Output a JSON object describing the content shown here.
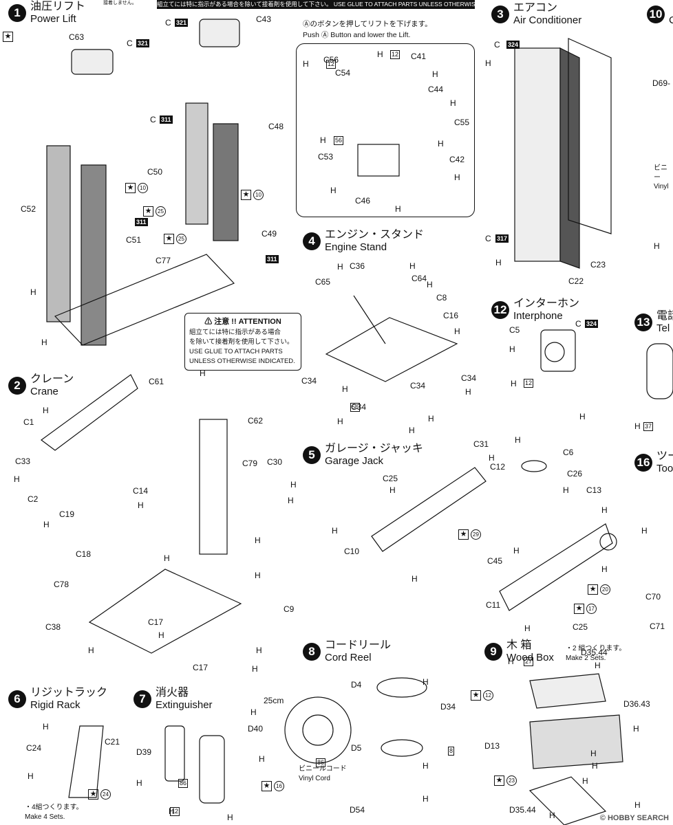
{
  "header_notice": "組立てには特に指示がある場合を除いて接着剤を使用して下さい。 USE GLUE TO ATTACH PARTS UNLESS OTHERWISE INDICATED",
  "sections": [
    {
      "num": "1",
      "jp": "油圧リフト",
      "en": "Power Lift"
    },
    {
      "num": "2",
      "jp": "クレーン",
      "en": "Crane"
    },
    {
      "num": "3",
      "jp": "エアコン",
      "en": "Air Conditioner"
    },
    {
      "num": "4",
      "jp": "エンジン・スタンド",
      "en": "Engine Stand"
    },
    {
      "num": "5",
      "jp": "ガレージ・ジャッキ",
      "en": "Garage Jack"
    },
    {
      "num": "6",
      "jp": "リジットラック",
      "en": "Rigid Rack"
    },
    {
      "num": "7",
      "jp": "消火器",
      "en": "Extinguisher"
    },
    {
      "num": "8",
      "jp": "コードリール",
      "en": "Cord Reel"
    },
    {
      "num": "9",
      "jp": "木 箱",
      "en": "Wood Box"
    },
    {
      "num": "12",
      "jp": "インターホン",
      "en": "Interphone"
    },
    {
      "num": "10",
      "jp": "",
      "en": "C"
    },
    {
      "num": "13",
      "jp": "電話",
      "en": "Tel"
    },
    {
      "num": "16",
      "jp": "ツー",
      "en": "Too"
    }
  ],
  "lift_callout": {
    "jp": "Ⓐのボタンを押してリフトを下げます。",
    "en": "Push Ⓐ Button and lower the Lift."
  },
  "attention": {
    "title": "⚠ 注意 !! ATTENTION",
    "jp1": "組立てには特に指示がある場合",
    "jp2": "を除いて接着剤を使用して下さい。",
    "en1": "USE GLUE TO ATTACH PARTS",
    "en2": "UNLESS OTHERWISE INDICATED."
  },
  "labels": [
    [
      "C63",
      100,
      48
    ],
    [
      "C",
      184,
      57
    ],
    [
      "C43",
      372,
      22
    ],
    [
      "C",
      240,
      27
    ],
    [
      "C",
      218,
      168
    ],
    [
      "C48",
      390,
      178
    ],
    [
      "C50",
      214,
      244
    ],
    [
      "C52",
      30,
      298
    ],
    [
      "C51",
      183,
      343
    ],
    [
      "C49",
      380,
      334
    ],
    [
      "C77",
      226,
      373
    ],
    [
      "H",
      44,
      419
    ],
    [
      "H",
      60,
      492
    ],
    [
      "C56",
      470,
      81
    ],
    [
      "C54",
      487,
      100
    ],
    [
      "C41",
      597,
      76
    ],
    [
      "C44",
      622,
      124
    ],
    [
      "C55",
      660,
      172
    ],
    [
      "C53",
      462,
      222
    ],
    [
      "C46",
      516,
      286
    ],
    [
      "C42",
      653,
      226
    ],
    [
      "H",
      440,
      87
    ],
    [
      "H",
      548,
      73
    ],
    [
      "H",
      628,
      102
    ],
    [
      "H",
      654,
      144
    ],
    [
      "H",
      465,
      198
    ],
    [
      "H",
      636,
      203
    ],
    [
      "H",
      480,
      271
    ],
    [
      "H",
      574,
      298
    ],
    [
      "H",
      660,
      252
    ],
    [
      "C61",
      216,
      549
    ],
    [
      "C62",
      360,
      606
    ],
    [
      "C1",
      34,
      608
    ],
    [
      "C33",
      22,
      665
    ],
    [
      "C2",
      40,
      720
    ],
    [
      "C14",
      193,
      708
    ],
    [
      "C19",
      86,
      742
    ],
    [
      "C18",
      110,
      800
    ],
    [
      "C79",
      352,
      668
    ],
    [
      "C30",
      388,
      666
    ],
    [
      "C78",
      78,
      844
    ],
    [
      "C38",
      66,
      906
    ],
    [
      "C17",
      215,
      899
    ],
    [
      "C17",
      280,
      965
    ],
    [
      "C9",
      412,
      880
    ],
    [
      "H",
      290,
      537
    ],
    [
      "H",
      62,
      591
    ],
    [
      "H",
      20,
      691
    ],
    [
      "H",
      200,
      729
    ],
    [
      "H",
      63,
      757
    ],
    [
      "H",
      238,
      806
    ],
    [
      "H",
      230,
      918
    ],
    [
      "H",
      370,
      780
    ],
    [
      "H",
      128,
      940
    ],
    [
      "H",
      422,
      699
    ],
    [
      "H",
      418,
      722
    ],
    [
      "H",
      370,
      831
    ],
    [
      "H",
      372,
      940
    ],
    [
      "H",
      366,
      967
    ],
    [
      "C65",
      458,
      404
    ],
    [
      "C36",
      508,
      381
    ],
    [
      "C64",
      598,
      399
    ],
    [
      "C8",
      634,
      427
    ],
    [
      "C16",
      644,
      453
    ],
    [
      "C34",
      438,
      548
    ],
    [
      "C34",
      596,
      555
    ],
    [
      "C34",
      670,
      544
    ],
    [
      "C34",
      510,
      586
    ],
    [
      "H",
      490,
      382
    ],
    [
      "H",
      595,
      381
    ],
    [
      "H",
      620,
      408
    ],
    [
      "H",
      660,
      476
    ],
    [
      "H",
      497,
      560
    ],
    [
      "H",
      490,
      607
    ],
    [
      "H",
      676,
      564
    ],
    [
      "H",
      622,
      603
    ],
    [
      "H",
      594,
      620
    ],
    [
      "C31",
      688,
      640
    ],
    [
      "C6",
      818,
      652
    ],
    [
      "C12",
      712,
      673
    ],
    [
      "C26",
      824,
      683
    ],
    [
      "C13",
      852,
      707
    ],
    [
      "C25",
      556,
      690
    ],
    [
      "C10",
      500,
      796
    ],
    [
      "C45",
      708,
      810
    ],
    [
      "C11",
      706,
      874
    ],
    [
      "C25",
      832,
      906
    ],
    [
      "H",
      566,
      707
    ],
    [
      "H",
      710,
      660
    ],
    [
      "H",
      748,
      634
    ],
    [
      "H",
      818,
      707
    ],
    [
      "H",
      874,
      736
    ],
    [
      "H",
      482,
      766
    ],
    [
      "H",
      746,
      795
    ],
    [
      "H",
      874,
      822
    ],
    [
      "H",
      598,
      836
    ],
    [
      "H",
      762,
      908
    ],
    [
      "C",
      718,
      59
    ],
    [
      "H",
      705,
      86
    ],
    [
      "C23",
      858,
      379
    ],
    [
      "C22",
      826,
      403
    ],
    [
      "C",
      705,
      341
    ],
    [
      "H",
      720,
      376
    ],
    [
      "C5",
      740,
      474
    ],
    [
      "C",
      836,
      465
    ],
    [
      "H",
      740,
      502
    ],
    [
      "H",
      742,
      552
    ],
    [
      "H",
      842,
      600
    ],
    [
      "D4",
      510,
      990
    ],
    [
      "D34",
      640,
      1022
    ],
    [
      "D5",
      510,
      1082
    ],
    [
      "D54",
      508,
      1172
    ],
    [
      "H",
      614,
      986
    ],
    [
      "H",
      614,
      1108
    ],
    [
      "H",
      614,
      1156
    ],
    [
      "25cm",
      383,
      1013
    ],
    [
      "C24",
      38,
      1082
    ],
    [
      "C21",
      152,
      1073
    ],
    [
      "H",
      62,
      1051
    ],
    [
      "H",
      40,
      1123
    ],
    [
      "D40",
      360,
      1054
    ],
    [
      "D39",
      198,
      1088
    ],
    [
      "H",
      364,
      1030
    ],
    [
      "H",
      376,
      1098
    ],
    [
      "H",
      198,
      1133
    ],
    [
      "H",
      245,
      1174
    ],
    [
      "H",
      330,
      1183
    ],
    [
      "D35.44",
      844,
      943
    ],
    [
      "D36.43",
      906,
      1018
    ],
    [
      "D13",
      704,
      1079
    ],
    [
      "D35.44",
      740,
      1172
    ],
    [
      "H",
      738,
      956
    ],
    [
      "H",
      864,
      962
    ],
    [
      "H",
      920,
      1054
    ],
    [
      "H",
      858,
      1090
    ],
    [
      "H",
      860,
      1108
    ],
    [
      "H",
      846,
      1130
    ],
    [
      "H",
      798,
      1180
    ],
    [
      "H",
      922,
      1165
    ],
    [
      "D69-",
      948,
      115
    ],
    [
      "C70",
      938,
      862
    ],
    [
      "C71",
      944,
      905
    ],
    [
      "H",
      922,
      614
    ],
    [
      "H",
      932,
      766
    ],
    [
      "H",
      958,
      352
    ]
  ],
  "part_boxes": [
    "321",
    "321",
    "311",
    "311",
    "311",
    "324",
    "317",
    "324",
    "12",
    "12",
    "56",
    "56",
    "86",
    "8",
    "12",
    "86",
    "12",
    "27",
    "37"
  ],
  "stickers": [
    "10",
    "10",
    "25",
    "25",
    "29",
    "20",
    "17",
    "12",
    "23",
    "24",
    "16"
  ],
  "vinyl_cord": {
    "jp": "ビニールコード",
    "en": "Vinyl Cord"
  },
  "vinyl_partial": {
    "jp": "ビニー",
    "en": "Vinyl"
  },
  "make_sets": {
    "jp": "・4組つくります。",
    "en": "Make 4 Sets."
  },
  "make_2_sets": {
    "jp": "・2 組つくります。",
    "en": "Make 2 Sets."
  },
  "do_not_glue_jp": "接着しません。",
  "watermark": "© HOBBY SEARCH"
}
